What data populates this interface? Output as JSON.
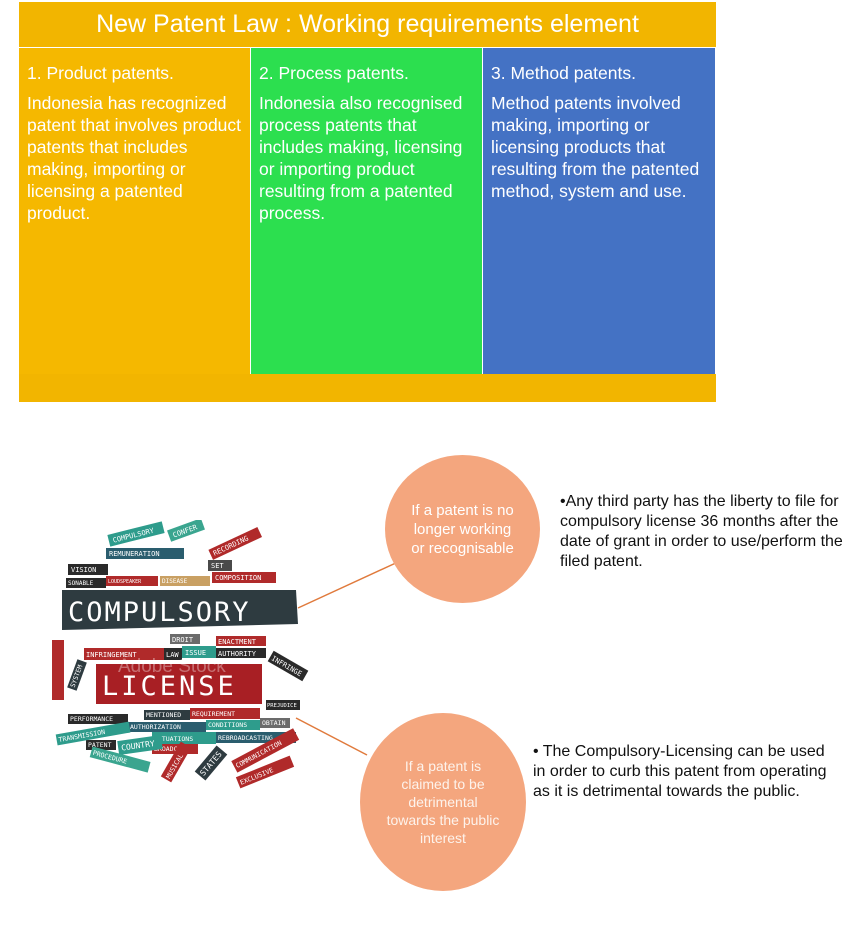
{
  "banner": {
    "title": "New Patent Law : Working requirements element"
  },
  "columns": [
    {
      "heading": "1. Product patents.",
      "body": "Indonesia has recognized patent that involves product patents that includes making, importing or licensing a patented product.",
      "color": "#f5b800"
    },
    {
      "heading": "2. Process patents.",
      "body": "Indonesia also recognised process patents that includes making, licensing or importing product resulting from a patented process.",
      "color": "#2cdf4f"
    },
    {
      "heading": "3. Method patents.",
      "body": "Method patents involved making, importing or licensing products that resulting from the patented method, system and use.",
      "color": "#4472c4"
    }
  ],
  "wordcloud": {
    "main_word": "COMPULSORY",
    "second_word": "LICENSE",
    "watermark": "Adobe Stock",
    "words": [
      "COMPULSORY",
      "REMUNERATION",
      "VISION",
      "CONFER",
      "RECORDING",
      "SET",
      "COMPOSITION",
      "DISEASE",
      "LOUDSPEAKER",
      "SONABLE",
      "ENACTMENT",
      "AUTHORITY",
      "ISSUE",
      "LAW",
      "DROIT",
      "INFRINGEMENT",
      "INFRINGE",
      "PREJUDICE",
      "REQUIREMENT",
      "MENTIONED",
      "OBTAIN",
      "CONDITIONS",
      "AUTHORIZATION",
      "PERFORMANCE",
      "SITUATIONS",
      "REBROADCASTING",
      "BROADCAST",
      "COUNTRY",
      "PATENT",
      "PROCEDURE",
      "MUSICAL",
      "STATES",
      "COMMUNICATION",
      "EXCLUSIVE",
      "TRANSMISSION",
      "SYSTEM"
    ]
  },
  "bubbles": [
    {
      "label": "If a patent is no longer working or recognisable",
      "note": "•Any third party has the liberty to file for compulsory license 36 months after the date of grant in order to use/perform the filed patent."
    },
    {
      "label": "If a patent is claimed to be detrimental towards the public interest",
      "note": "• The Compulsory-Licensing can be used in order to curb this patent from operating as it is detrimental towards the public."
    }
  ],
  "colors": {
    "banner": "#f2b500",
    "bubble": "#f4a67e",
    "connector": "#e07a3c"
  }
}
